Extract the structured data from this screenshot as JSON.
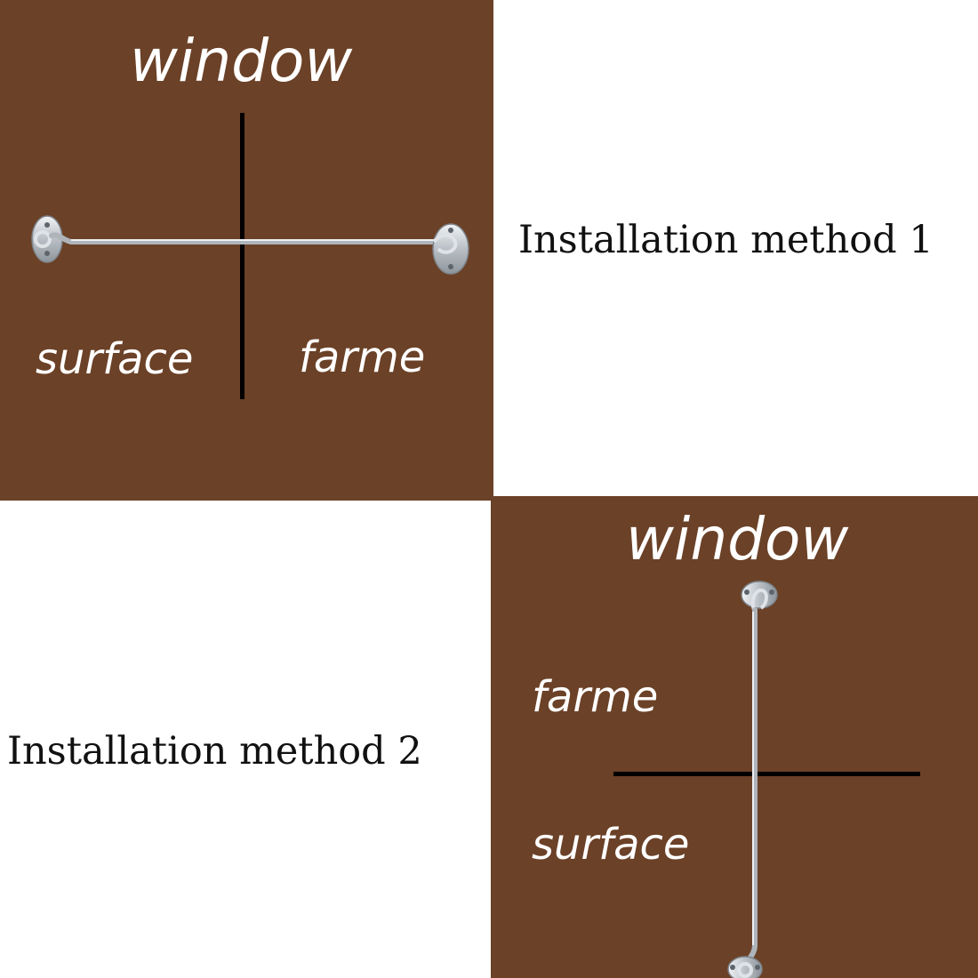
{
  "method1": {
    "title": "Installation method 1",
    "window_label": "window",
    "left_label": "surface",
    "right_label": "farme"
  },
  "method2": {
    "title": "Installation method 2",
    "window_label": "window",
    "upper_label": "farme",
    "lower_label": "surface"
  },
  "colors": {
    "panel": "#6b4127",
    "text_on_panel": "#ffffff",
    "divider": "#000000",
    "metal": "#c9ced3"
  }
}
